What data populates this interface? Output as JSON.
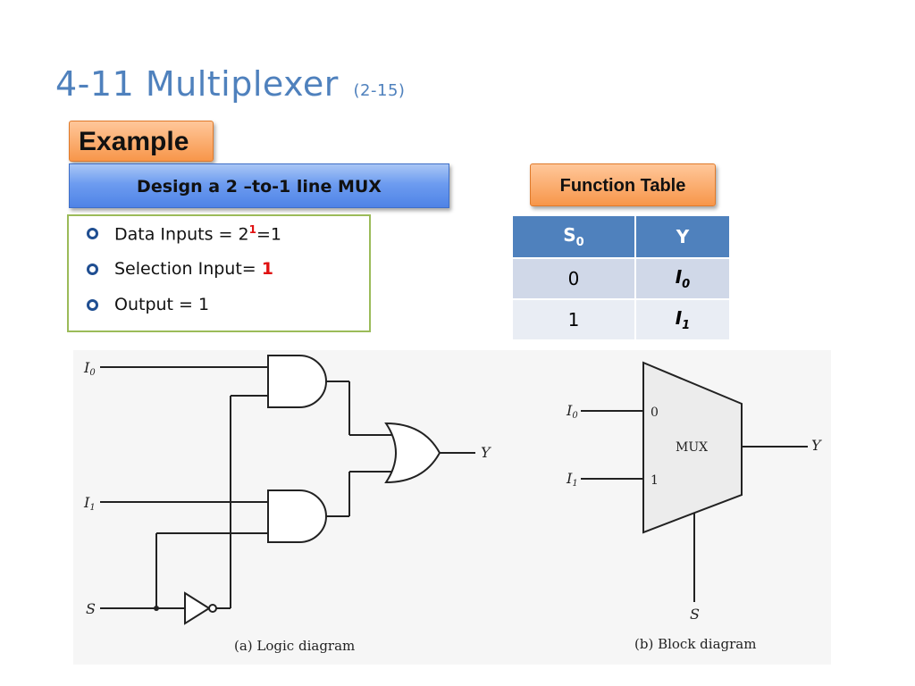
{
  "slide": {
    "title": "4-11 Multiplexer",
    "title_ref": "(2-15)"
  },
  "example": {
    "label": "Example"
  },
  "design_box": {
    "text": "Design a 2 –to-1 line MUX"
  },
  "bullets": [
    {
      "prefix": "Data Inputs = 2",
      "sup": "1",
      "suffix": "=1"
    },
    {
      "prefix": "Selection Input= ",
      "value": "1"
    },
    {
      "prefix": "Output = 1"
    }
  ],
  "function_table": {
    "title": "Function Table",
    "header": {
      "s_main": "S",
      "s_sub": "0",
      "y": "Y"
    },
    "rows": [
      {
        "s": "0",
        "y_main": "I",
        "y_sub": "0"
      },
      {
        "s": "1",
        "y_main": "I",
        "y_sub": "1"
      }
    ]
  },
  "logic_diagram": {
    "labels": {
      "i0": "I",
      "i0_sub": "0",
      "i1": "I",
      "i1_sub": "1",
      "s": "S",
      "y": "Y"
    },
    "caption": "(a) Logic diagram"
  },
  "block_diagram": {
    "labels": {
      "i0": "I",
      "i0_sub": "0",
      "i1": "I",
      "i1_sub": "1",
      "in0": "0",
      "in1": "1",
      "mux": "MUX",
      "y": "Y",
      "s": "S"
    },
    "caption": "(b) Block diagram"
  },
  "colors": {
    "title": "#4f81bd",
    "accent_orange": "#f7964a",
    "accent_blue": "#4f83e6",
    "table_header": "#4f81bd",
    "bullet_box_border": "#9bbb59",
    "highlight_red": "#e01010"
  }
}
